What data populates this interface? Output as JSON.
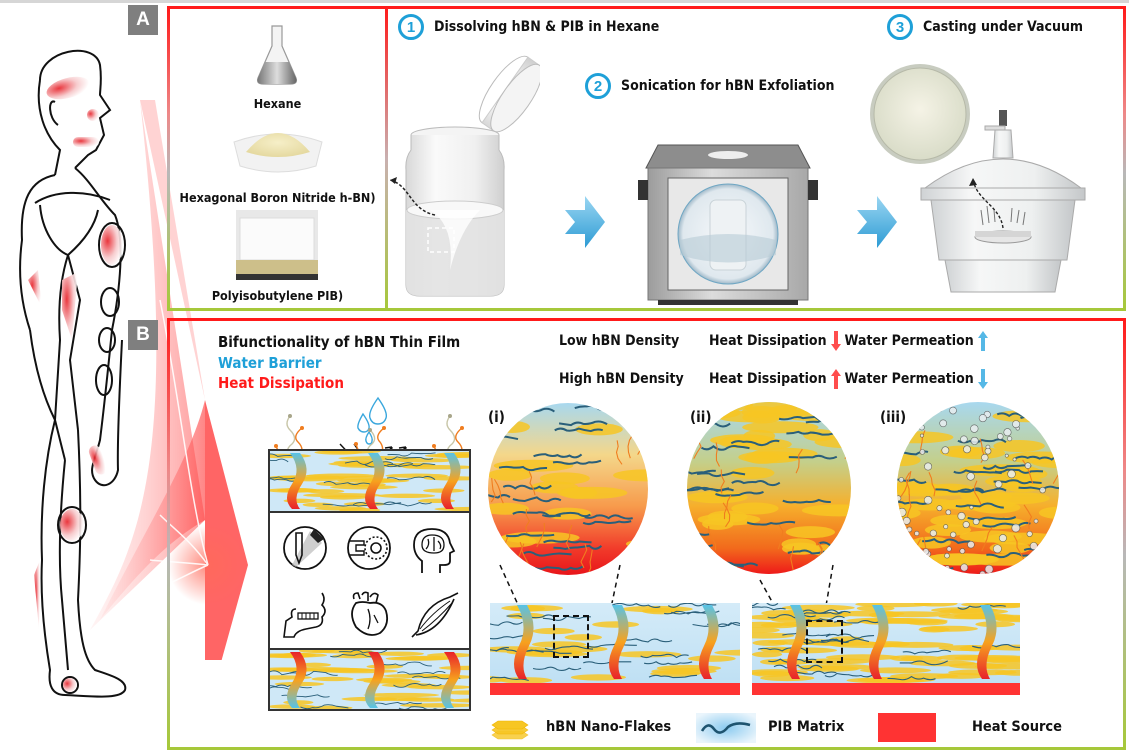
{
  "panel_labels": {
    "a": "A",
    "b": "B"
  },
  "panel_a": {
    "materials": [
      {
        "name": "Hexane",
        "icon": "flask-icon"
      },
      {
        "name": "Hexagonal Boron Nitride h-BN)",
        "icon": "powder-dish-icon"
      },
      {
        "name": "Polyisobutylene PIB)",
        "icon": "polymer-block-icon"
      }
    ],
    "steps": [
      {
        "number": "1",
        "label": "Dissolving hBN & PIB in Hexane",
        "icon": "jar-icon"
      },
      {
        "number": "2",
        "label": "Sonication for hBN Exfoliation",
        "icon": "sonicator-icon"
      },
      {
        "number": "3",
        "label": "Casting under Vacuum",
        "icon": "desiccator-icon"
      }
    ]
  },
  "panel_b": {
    "bifunctionality": {
      "title": "Bifunctionality of hBN Thin Film",
      "water_barrier": "Water Barrier",
      "heat_dissipation": "Heat Dissipation"
    },
    "density_table": [
      {
        "density": "Low hBN Density",
        "heat_label": "Heat Dissipation",
        "heat_dir": "down",
        "water_label": "Water Permeation",
        "water_dir": "up"
      },
      {
        "density": "High hBN Density",
        "heat_label": "Heat Dissipation",
        "heat_dir": "up",
        "water_label": "Water Permeation",
        "water_dir": "down"
      }
    ],
    "zoom_circles": [
      {
        "label": "(i)",
        "variant": "low-density"
      },
      {
        "label": "(ii)",
        "variant": "high-density"
      },
      {
        "label": "(iii)",
        "variant": "high-density-water"
      }
    ],
    "applications": [
      "neural-probe-icon",
      "blood-vessel-icon",
      "brain-head-icon",
      "jaw-icon",
      "heart-icon",
      "muscle-icon"
    ],
    "legend": [
      {
        "label": "hBN Nano-Flakes",
        "icon": "hbn-flakes-icon"
      },
      {
        "label": "PIB Matrix",
        "icon": "pib-matrix-icon"
      },
      {
        "label": "Heat Source",
        "icon": "heat-source-icon"
      }
    ]
  },
  "colors": {
    "step_blue": "#1ea0d8",
    "water_blue": "#1ea0d8",
    "heat_red": "#ff1a1a",
    "flake_yellow": "#f7c623",
    "pib_blue": "#2a5f7a",
    "heat_source": "#ff3333",
    "label_grey": "#7f7f7f"
  }
}
